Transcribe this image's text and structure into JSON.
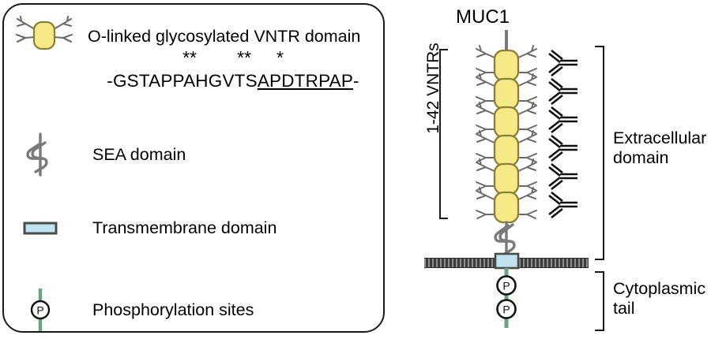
{
  "legend": {
    "items": [
      {
        "id": "vntr",
        "label": "O-linked glycosylated VNTR domain",
        "icon": "glycosylated-vntr-icon"
      },
      {
        "id": "sea",
        "label": "SEA domain",
        "icon": "sea-domain-icon"
      },
      {
        "id": "tm",
        "label": "Transmembrane domain",
        "icon": "transmembrane-domain-icon"
      },
      {
        "id": "phos",
        "label": "Phosphorylation sites",
        "icon": "phosphorylation-site-icon"
      }
    ],
    "sequence": {
      "asterisks": "**        **     *",
      "prefix": "-GSTAPPAHGVTS",
      "underlined": "APDTRPAP",
      "suffix": "-"
    }
  },
  "diagram": {
    "title": "MUC1",
    "vntr_bracket_label": "1-42 VNTRs",
    "vntr_unit_count": 6,
    "antibody_count": 6,
    "phosphorylation_count": 2,
    "extracellular_label_line1": "Extracellular",
    "extracellular_label_line2": "domain",
    "cytoplasmic_label_line1": "Cytoplasmic",
    "cytoplasmic_label_line2": "tail",
    "phospho_letter": "P"
  },
  "colors": {
    "vntr_fill": "#f5ea87",
    "vntr_stroke": "#8a7f33",
    "glycan_stroke": "#6b6b6b",
    "sea_stroke": "#7a7a7a",
    "tm_fill": "#bfe4ef",
    "tm_stroke": "#4a4a4a",
    "tail_green": "#6aa583",
    "membrane_dark": "#3d3d3d",
    "outline": "#1a1a1a"
  }
}
